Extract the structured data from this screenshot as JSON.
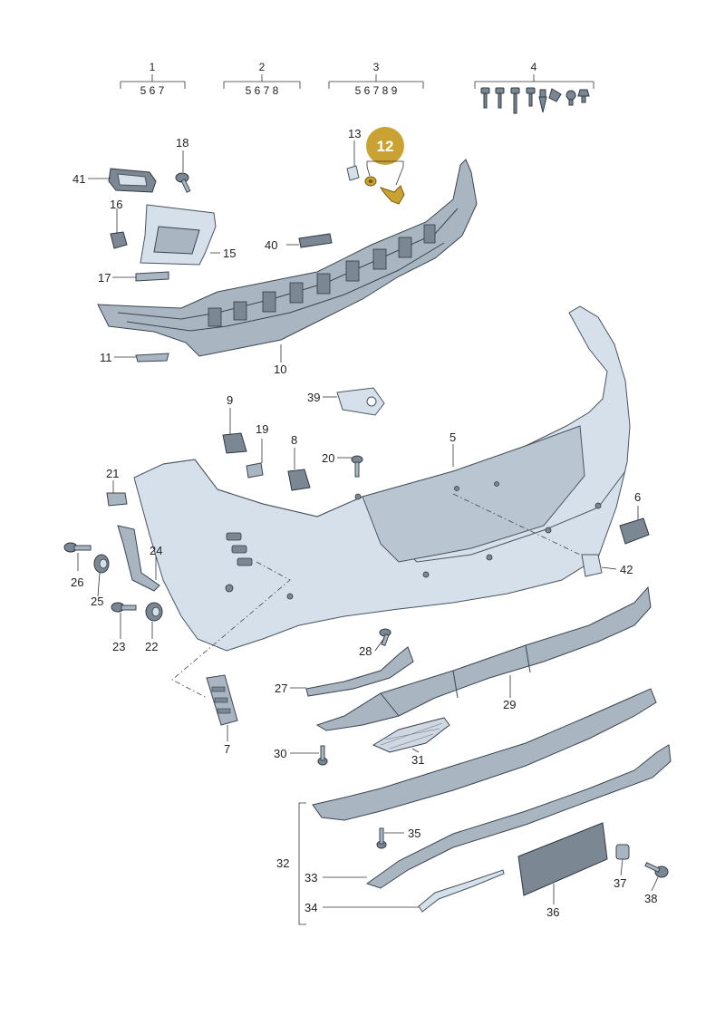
{
  "groups": [
    {
      "number": "1",
      "members": "5 6 7"
    },
    {
      "number": "2",
      "members": "5 6 7 8"
    },
    {
      "number": "3",
      "members": "5 6 7 8 9"
    },
    {
      "number": "4",
      "members": ""
    }
  ],
  "highlighted_callout": "12",
  "callouts": {
    "c5": "5",
    "c6": "6",
    "c7": "7",
    "c8": "8",
    "c9": "9",
    "c10": "10",
    "c11": "11",
    "c13": "13",
    "c15": "15",
    "c16": "16",
    "c17": "17",
    "c18": "18",
    "c19": "19",
    "c20": "20",
    "c21": "21",
    "c22": "22",
    "c23": "23",
    "c24": "24",
    "c25": "25",
    "c26": "26",
    "c27": "27",
    "c28": "28",
    "c29": "29",
    "c30": "30",
    "c31": "31",
    "c32": "32",
    "c33": "33",
    "c34": "34",
    "c35": "35",
    "c36": "36",
    "c37": "37",
    "c38": "38",
    "c39": "39",
    "c40": "40",
    "c41": "41",
    "c42": "42"
  },
  "colors": {
    "highlight": "#c9a233",
    "part_fill": "#d6e0ea",
    "part_dark": "#7b8894"
  }
}
